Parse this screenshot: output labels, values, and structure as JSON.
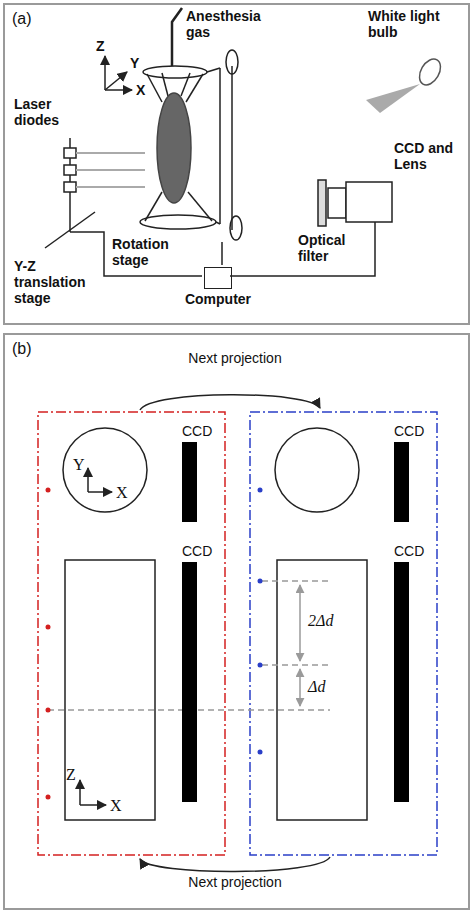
{
  "diagram": {
    "nodes": [
      {
        "text": [
          "(a)"
        ]
      },
      {
        "text": [
          "Computer"
        ],
        "in": 0
      },
      {
        "text": [
          "(b)"
        ]
      },
      {
        "text": [
          "CCD"
        ],
        "in": 2
      },
      {
        "text": [
          "CCD"
        ],
        "in": 2
      },
      {
        "text": [
          "CCD"
        ],
        "in": 2
      },
      {
        "text": [
          "CCD"
        ],
        "in": 2
      }
    ],
    "labels": [
      "Anesthesia gas",
      "White light bulb",
      "Z",
      "Y",
      "X",
      "Laser diodes",
      "CCD and Lens",
      "Rotation stage",
      "Optical filter",
      "Y-Z translation stage",
      "Next projection",
      "Y",
      "X",
      "2Δd",
      "Δd",
      "Next projection",
      "Z",
      "X"
    ]
  }
}
